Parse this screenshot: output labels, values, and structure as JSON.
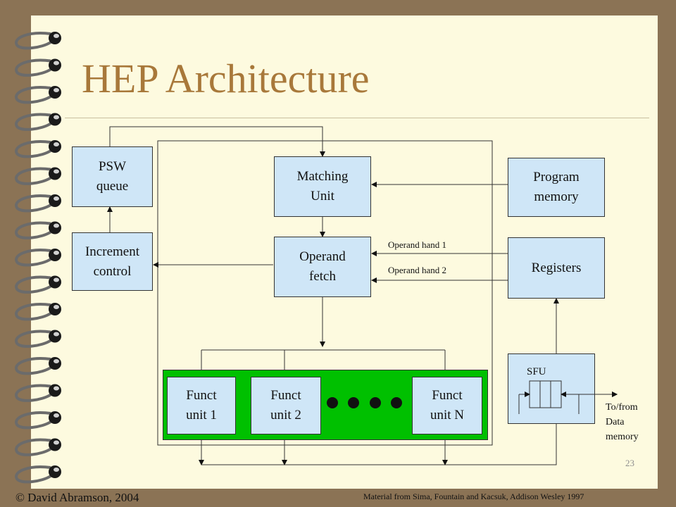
{
  "slide": {
    "title": "HEP Architecture",
    "page_number": "23",
    "footer_left": "© David Abramson, 2004",
    "footer_right": "Material from Sima, Fountain and Kacsuk, Addison Wesley 1997"
  },
  "diagram": {
    "psw_queue": "PSW\nqueue",
    "increment_control": "Increment\ncontrol",
    "matching_unit": "Matching\nUnit",
    "operand_fetch": "Operand\nfetch",
    "program_memory": "Program\nmemory",
    "registers": "Registers",
    "operand_hand_1": "Operand hand 1",
    "operand_hand_2": "Operand hand 2",
    "sfu": "SFU",
    "funct_unit_1": "Funct\nunit 1",
    "funct_unit_2": "Funct\nunit 2",
    "funct_unit_n": "Funct\nunit N",
    "to_from_data_memory": "To/from\nData\nmemory"
  },
  "colors": {
    "background": "#8b7355",
    "paper": "#fdfadf",
    "title": "#a8783a",
    "box_fill": "#cfe6f7",
    "funct_panel": "#00c000"
  }
}
